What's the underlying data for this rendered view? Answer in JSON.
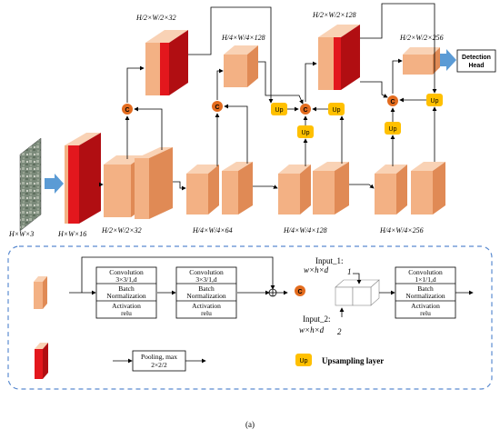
{
  "colors": {
    "feature": "#f3b184",
    "feature_dark": "#e08a55",
    "feature_top": "#f9d2b5",
    "red": "#e3171d",
    "red_dark": "#b10e12",
    "up": "#ffc000",
    "concat": "#e36c1f",
    "arrow_blue": "#5b9bd5",
    "dash": "#5b8bd0"
  },
  "top_labels": {
    "l1": "H/2×W/2×32",
    "l2": "H/4×W/4×128",
    "l3": "H/2×W/2×128",
    "l4": "H/2×W/2×256"
  },
  "bottom_labels": {
    "input": "H×W×3",
    "b0": "H×W×16",
    "b1": "H/2×W/2×32",
    "b2": "H/4×W/4×64",
    "b3": "H/4×W/4×128",
    "b4": "H/4×W/4×256"
  },
  "up_label": "Up",
  "concat_label": "C",
  "detection_head": [
    "Detection",
    "Head"
  ],
  "legend": {
    "conv_block_a": [
      "Convolution",
      "3×3/1,d",
      "Batch",
      "Normalization",
      "Activation",
      "relu"
    ],
    "conv_block_b": [
      "Convolution",
      "3×3/1,d",
      "Batch",
      "Normalization",
      "Activation",
      "relu"
    ],
    "conv_block_c": [
      "Convolution",
      "1×1/1,d",
      "Batch",
      "Normalization",
      "Activation",
      "relu"
    ],
    "input1": "Input_1:",
    "input1_dims": "w×h×d",
    "input1_sub": "1",
    "input2": "Input_2:",
    "input2_dims": "w×h×d",
    "input2_sub": "2",
    "pooling": [
      "Pooling, max",
      "2×2/2"
    ],
    "upsampling": "Upsampling layer"
  },
  "caption": "(a)"
}
